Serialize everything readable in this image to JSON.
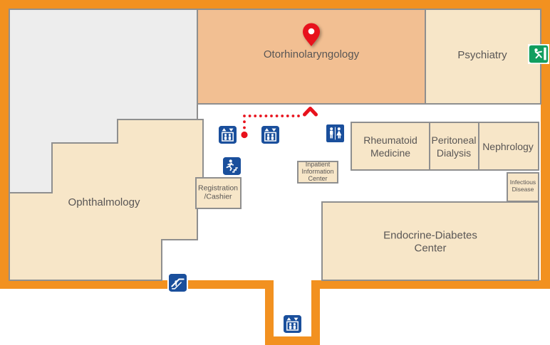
{
  "map": {
    "type": "hospital-floor-map",
    "highlighted_room": "Otorhinolaryngology"
  },
  "rooms": {
    "otorhinolaryngology": {
      "label": "Otorhinolaryngology",
      "highlighted": true
    },
    "psychiatry": {
      "label": "Psychiatry"
    },
    "ophthalmology": {
      "label": "Ophthalmology"
    },
    "rheumatoid_medicine": {
      "label": "Rheumatoid\nMedicine"
    },
    "peritoneal_dialysis": {
      "label": "Peritoneal\nDialysis"
    },
    "nephrology": {
      "label": "Nephrology"
    },
    "infectious_disease": {
      "label": "Infectious\nDisease"
    },
    "endocrine_diabetes_center": {
      "label": "Endocrine-Diabetes Center"
    },
    "registration_cashier": {
      "label": "Registration\n/Cashier"
    },
    "inpatient_information_center": {
      "label": "Inpatient\nInformation\nCenter"
    }
  },
  "facility_icons": {
    "elevator": "elevator-icon",
    "restroom": "restroom-icon",
    "stairs": "stairs-icon",
    "escalator": "escalator-icon",
    "emergency_exit": "emergency-exit-icon"
  },
  "route": {
    "marker": "current-location-pin",
    "path_style": "red-dotted-path",
    "arrow": "up-chevron"
  },
  "colors": {
    "border_orange": "#F29120",
    "room_highlight": "#F2BF92",
    "room_light": "#F7E6C8",
    "area_gray": "#EDEDED",
    "outline_gray": "#8F8F8F",
    "icon_blue": "#1A4F9C",
    "route_red": "#E8121C",
    "exit_green": "#119E5F",
    "label_text": "#595655",
    "white": "#FFFFFF"
  }
}
